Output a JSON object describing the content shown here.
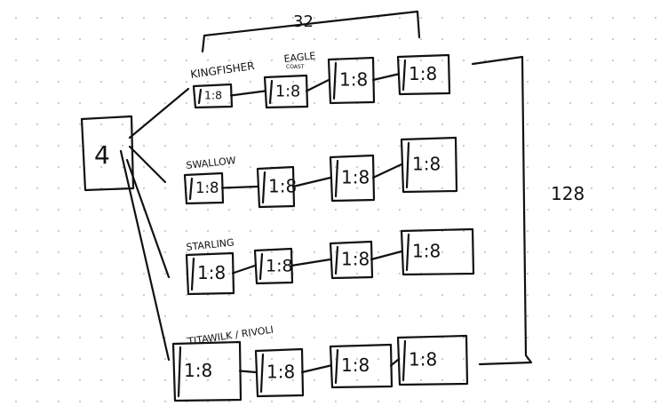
{
  "diagram": {
    "root_label": "4",
    "top_total": "32",
    "side_total": "128",
    "rows": [
      {
        "name": "KINGFISHER",
        "extra_label": "EAGLE",
        "extra_sublabel": "COAST",
        "nodes": [
          "1:8",
          "1:8",
          "1:8",
          "1:8"
        ]
      },
      {
        "name": "SWALLOW",
        "nodes": [
          "1:8",
          "1:8",
          "1:8",
          "1:8"
        ]
      },
      {
        "name": "STARLING",
        "nodes": [
          "1:8",
          "1:8",
          "1:8",
          "1:8"
        ]
      },
      {
        "name": "TITAWILK / RIVOLI",
        "nodes": [
          "1:8",
          "1:8",
          "1:8",
          "1:8"
        ]
      }
    ]
  }
}
